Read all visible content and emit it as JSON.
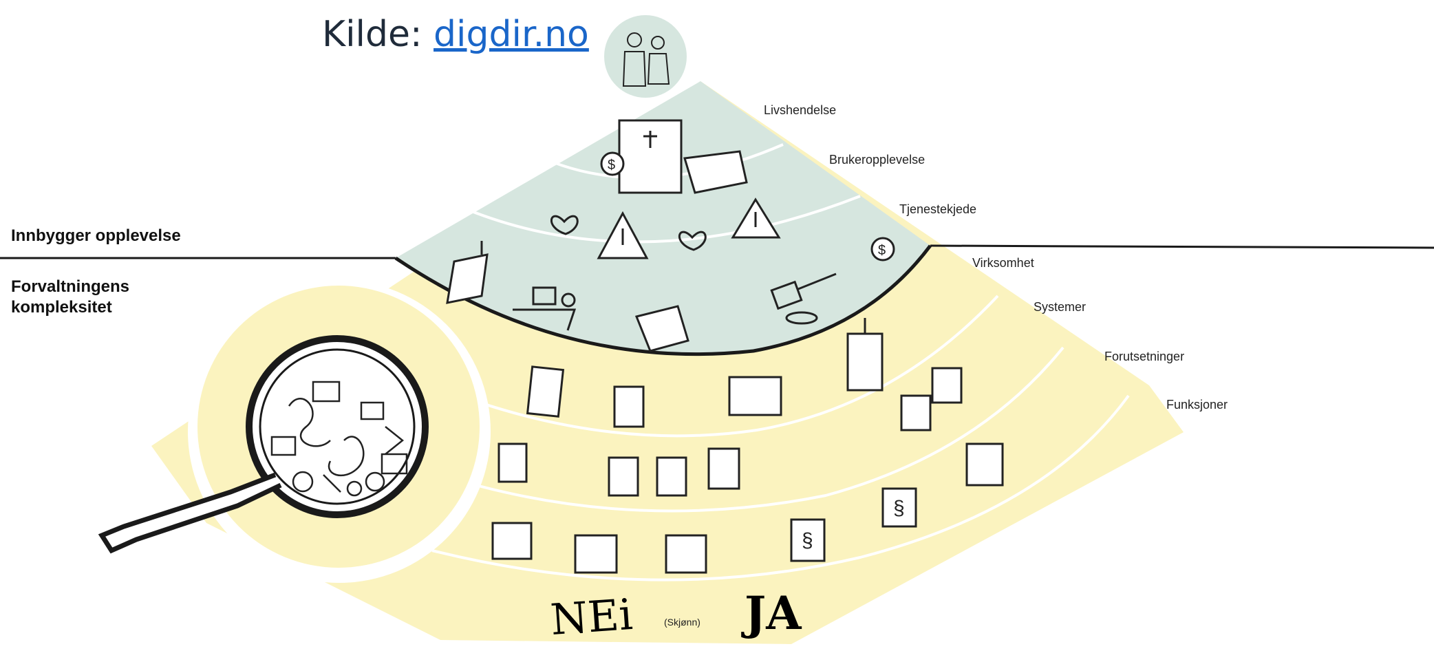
{
  "source": {
    "prefix": "Kilde: ",
    "link_text": "digdir.no"
  },
  "headings": {
    "top": "Innbygger opplevelse",
    "bottom_line1": "Forvaltningens",
    "bottom_line2": "kompleksitet"
  },
  "ring_labels": [
    "Livshendelse",
    "Brukeropplevelse",
    "Tjenestekjede",
    "Virksomhet",
    "Systemer",
    "Forutsetninger",
    "Funksjoner"
  ],
  "bottom": {
    "nei": "NEi",
    "skjonn": "(Skjønn)",
    "ja": "JA"
  },
  "colors": {
    "citizen_zone": "#d6e6df",
    "admin_zone": "#fbf3bf",
    "outline": "#1a1a1a",
    "link": "#1a66c9"
  },
  "icons": [
    "people-icon",
    "document-icon",
    "money-bag-icon",
    "heart-icon",
    "warning-icon",
    "church-icon",
    "office-desk-icon",
    "gavel-icon",
    "server-icon",
    "database-icon",
    "law-document-icon",
    "magnifying-glass-icon"
  ]
}
